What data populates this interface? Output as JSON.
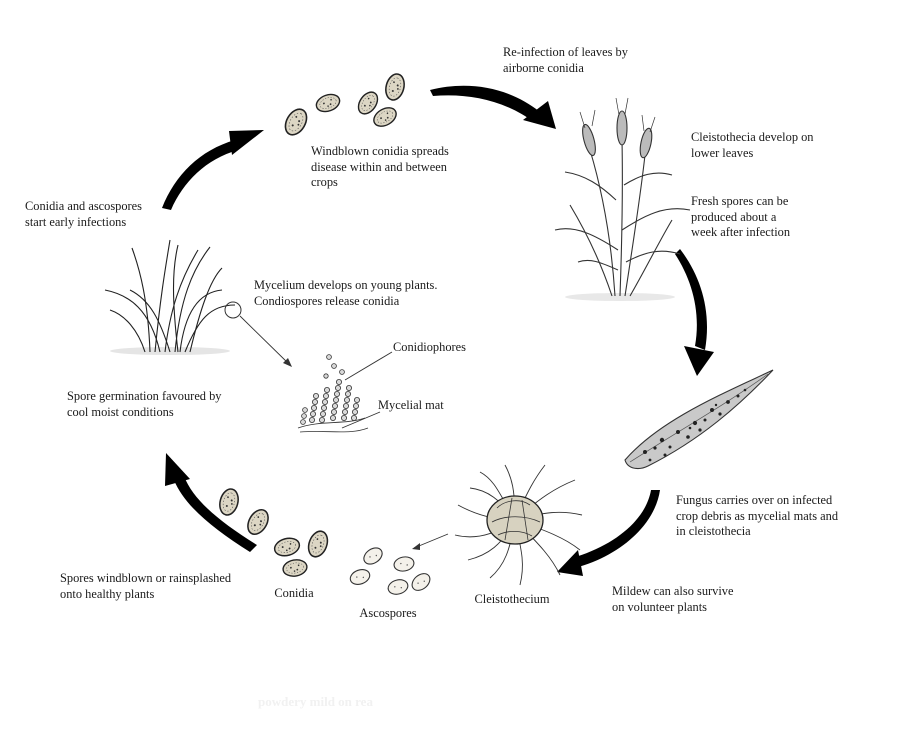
{
  "labels": {
    "reinfection": "Re-infection of leaves by\nairborne conidia",
    "windblown_conidia": "Windblown conidia spreads\ndisease within and between\ncrops",
    "cleistothecia_develop": "Cleistothecia develop on\nlower leaves",
    "fresh_spores": "Fresh spores can be\nproduced about a\nweek after infection",
    "early_infections": "Conidia and ascospores\nstart early infections",
    "mycelium_develops": "Mycelium develops on young plants.\nCondiospores release conidia",
    "conidiophores": "Conidiophores",
    "mycelial_mat": "Mycelial mat",
    "germination": "Spore germination favoured by\ncool moist conditions",
    "fungus_carries": "Fungus carries over on infected\ncrop debris as mycelial mats and\nin cleistothecia",
    "cleistothecium": "Cleistothecium",
    "mildew_survive": "Mildew can also survive\non volunteer plants",
    "ascospores": "Ascospores",
    "conidia": "Conidia",
    "spores_windblown": "Spores windblown or rainsplashed\nonto healthy plants"
  },
  "caption": "powdery mild     on  rea",
  "colors": {
    "ink": "#1a1a1a",
    "arrow": "#000000",
    "spore_fill": "#dcd6c4"
  }
}
